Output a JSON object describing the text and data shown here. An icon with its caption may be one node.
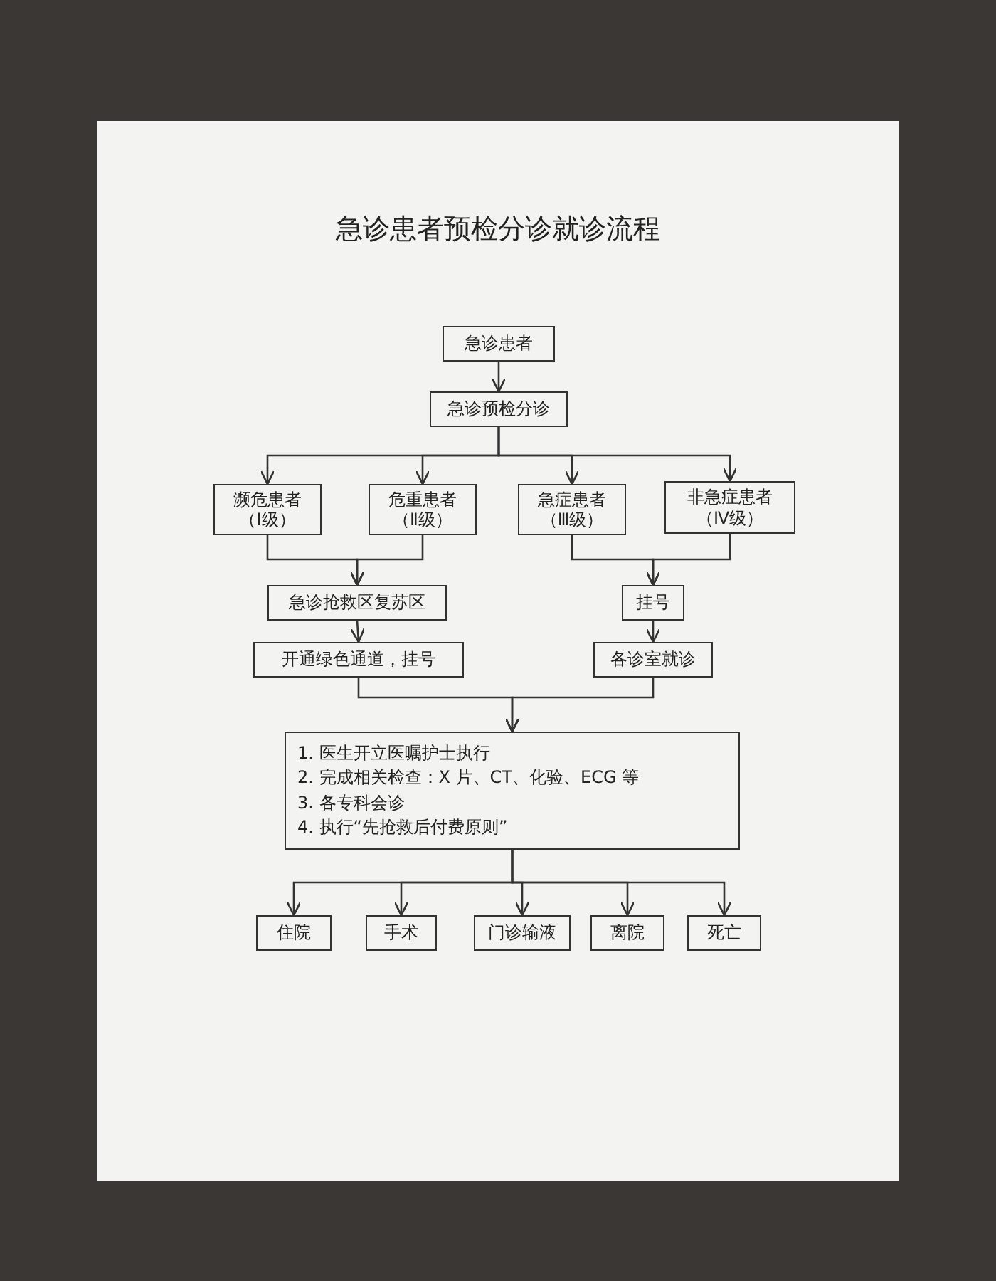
{
  "diagram": {
    "title": "急诊患者预检分诊就诊流程",
    "nodes": [
      {
        "text": [
          "急诊患者"
        ]
      },
      {
        "text": [
          "急诊预检分诊"
        ]
      },
      {
        "text": [
          "濒危患者",
          "（Ⅰ级）"
        ]
      },
      {
        "text": [
          "危重患者",
          "（Ⅱ级）"
        ]
      },
      {
        "text": [
          "急症患者",
          "（Ⅲ级）"
        ]
      },
      {
        "text": [
          "非急症患者",
          "（Ⅳ级）"
        ]
      },
      {
        "text": [
          "急诊抢救区复苏区"
        ]
      },
      {
        "text": [
          "挂号"
        ]
      },
      {
        "text": [
          "开通绿色通道，挂号"
        ]
      },
      {
        "text": [
          "各诊室就诊"
        ]
      },
      {
        "text": [
          "1. 医生开立医嘱护士执行",
          "2. 完成相关检查：X 片、CT、化验、ECG 等",
          "3. 各专科会诊",
          "4. 执行“先抢救后付费原则”"
        ]
      },
      {
        "text": [
          "住院"
        ]
      },
      {
        "text": [
          "手术"
        ]
      },
      {
        "text": [
          "门诊输液"
        ]
      },
      {
        "text": [
          "离院"
        ]
      },
      {
        "text": [
          "死亡"
        ]
      }
    ],
    "edges": [
      {
        "from": 0,
        "to": 1,
        "arrow": "to"
      },
      {
        "from": 1,
        "to": 2,
        "arrow": "to"
      },
      {
        "from": 1,
        "to": 3,
        "arrow": "to"
      },
      {
        "from": 1,
        "to": 4,
        "arrow": "to"
      },
      {
        "from": 1,
        "to": 5,
        "arrow": "to"
      },
      {
        "from": 2,
        "to": 6,
        "arrow": "to"
      },
      {
        "from": 3,
        "to": 6,
        "arrow": "to"
      },
      {
        "from": 4,
        "to": 7,
        "arrow": "to"
      },
      {
        "from": 5,
        "to": 7,
        "arrow": "to"
      },
      {
        "from": 6,
        "to": 8,
        "arrow": "to"
      },
      {
        "from": 7,
        "to": 9,
        "arrow": "to"
      },
      {
        "from": 8,
        "to": 10,
        "arrow": "to"
      },
      {
        "from": 9,
        "to": 10,
        "arrow": "to"
      },
      {
        "from": 10,
        "to": 11,
        "arrow": "to"
      },
      {
        "from": 10,
        "to": 12,
        "arrow": "to"
      },
      {
        "from": 10,
        "to": 13,
        "arrow": "to"
      },
      {
        "from": 10,
        "to": 14,
        "arrow": "to"
      },
      {
        "from": 10,
        "to": 15,
        "arrow": "to"
      }
    ]
  }
}
